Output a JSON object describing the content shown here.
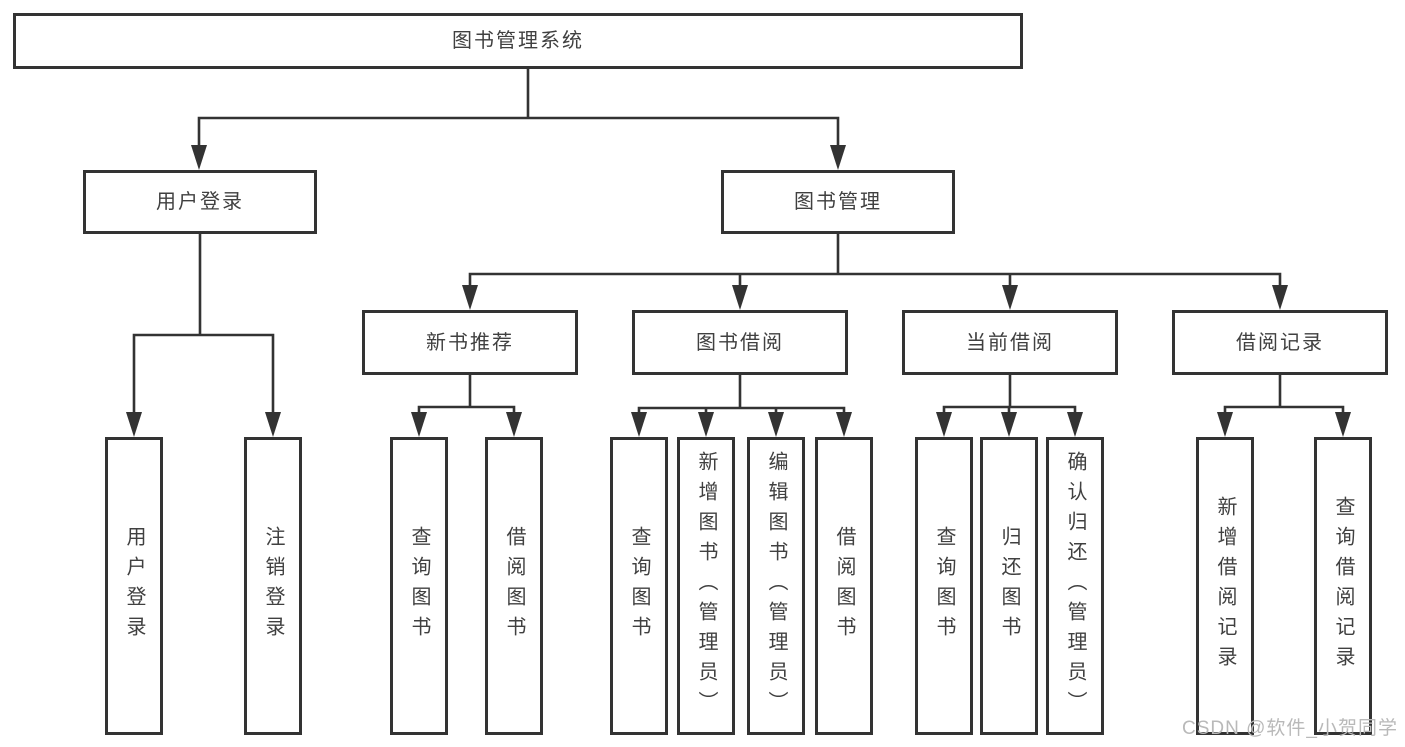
{
  "tree": {
    "root": {
      "label": "图书管理系统"
    },
    "login": {
      "label": "用户登录",
      "children": [
        {
          "label": "用户登录"
        },
        {
          "label": "注销登录"
        }
      ]
    },
    "management": {
      "label": "图书管理",
      "groups": [
        {
          "label": "新书推荐",
          "children": [
            {
              "label": "查询图书"
            },
            {
              "label": "借阅图书"
            }
          ]
        },
        {
          "label": "图书借阅",
          "children": [
            {
              "label": "查询图书"
            },
            {
              "label": "新增图书（管理员）"
            },
            {
              "label": "编辑图书（管理员）"
            },
            {
              "label": "借阅图书"
            }
          ]
        },
        {
          "label": "当前借阅",
          "children": [
            {
              "label": "查询图书"
            },
            {
              "label": "归还图书"
            },
            {
              "label": "确认归还（管理员）"
            }
          ]
        },
        {
          "label": "借阅记录",
          "children": [
            {
              "label": "新增借阅记录"
            },
            {
              "label": "查询借阅记录"
            }
          ]
        }
      ]
    }
  },
  "watermark": {
    "text": "CSDN @软件_小贺同学"
  },
  "colors": {
    "line": "#333333",
    "text": "#404040",
    "watermark": "#b9b9b9",
    "background": "#ffffff"
  }
}
